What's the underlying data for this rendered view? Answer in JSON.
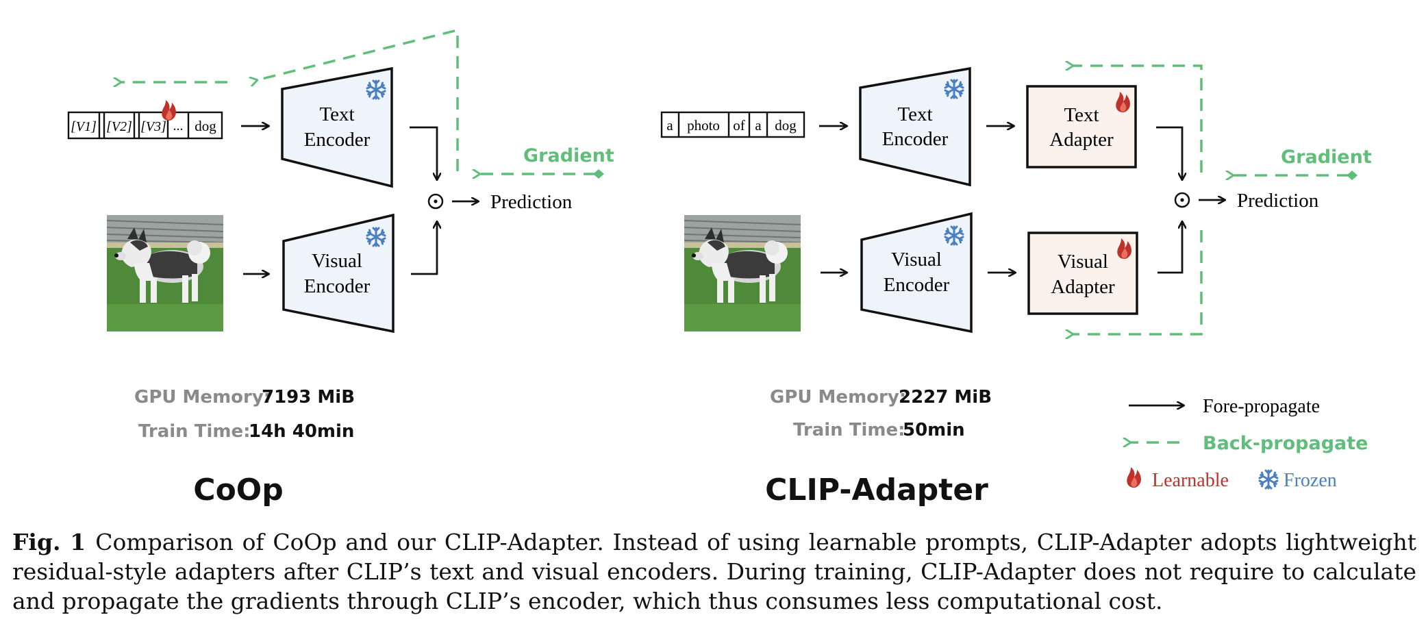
{
  "colors": {
    "green": "#5fbf7a",
    "gray": "#8a8a8a",
    "fire": "#c0312b",
    "ice": "#4a7fc1",
    "encoder_fill": "#eef4fa",
    "adapter_fill": "#fbf2ec",
    "dog_grass": "#4e8a3a"
  },
  "coop": {
    "title": "CoOp",
    "tokens": [
      "[V1]",
      "[V2]",
      "[V3]",
      "...",
      "dog"
    ],
    "text_encoder": [
      "Text",
      "Encoder"
    ],
    "visual_encoder": [
      "Visual",
      "Encoder"
    ],
    "gradient_label": "Gradient",
    "prediction": "Prediction",
    "gpu_label": "GPU Memory:",
    "gpu_value": "7193 MiB",
    "train_label": "Train Time:",
    "train_value": "14h 40min"
  },
  "clip_adapter": {
    "title": "CLIP-Adapter",
    "tokens": [
      "a",
      "photo",
      "of",
      "a",
      "dog"
    ],
    "text_encoder": [
      "Text",
      "Encoder"
    ],
    "visual_encoder": [
      "Visual",
      "Encoder"
    ],
    "text_adapter": [
      "Text",
      "Adapter"
    ],
    "visual_adapter": [
      "Visual",
      "Adapter"
    ],
    "gradient_label": "Gradient",
    "prediction": "Prediction",
    "gpu_label": "GPU Memory:",
    "gpu_value": "2227 MiB",
    "train_label": "Train Time:",
    "train_value": "50min"
  },
  "legend": {
    "fore": "Fore-propagate",
    "back": "Back-propagate",
    "learnable": "Learnable",
    "frozen": "Frozen"
  },
  "caption": {
    "label": "Fig. 1",
    "text": "Comparison of CoOp and our CLIP-Adapter. Instead of using learnable prompts, CLIP-Adapter adopts lightweight residual-style adapters after CLIP’s text and visual encoders. During training, CLIP-Adapter does not require to calculate and propagate the gradients through CLIP’s encoder, which thus consumes less computational cost."
  }
}
